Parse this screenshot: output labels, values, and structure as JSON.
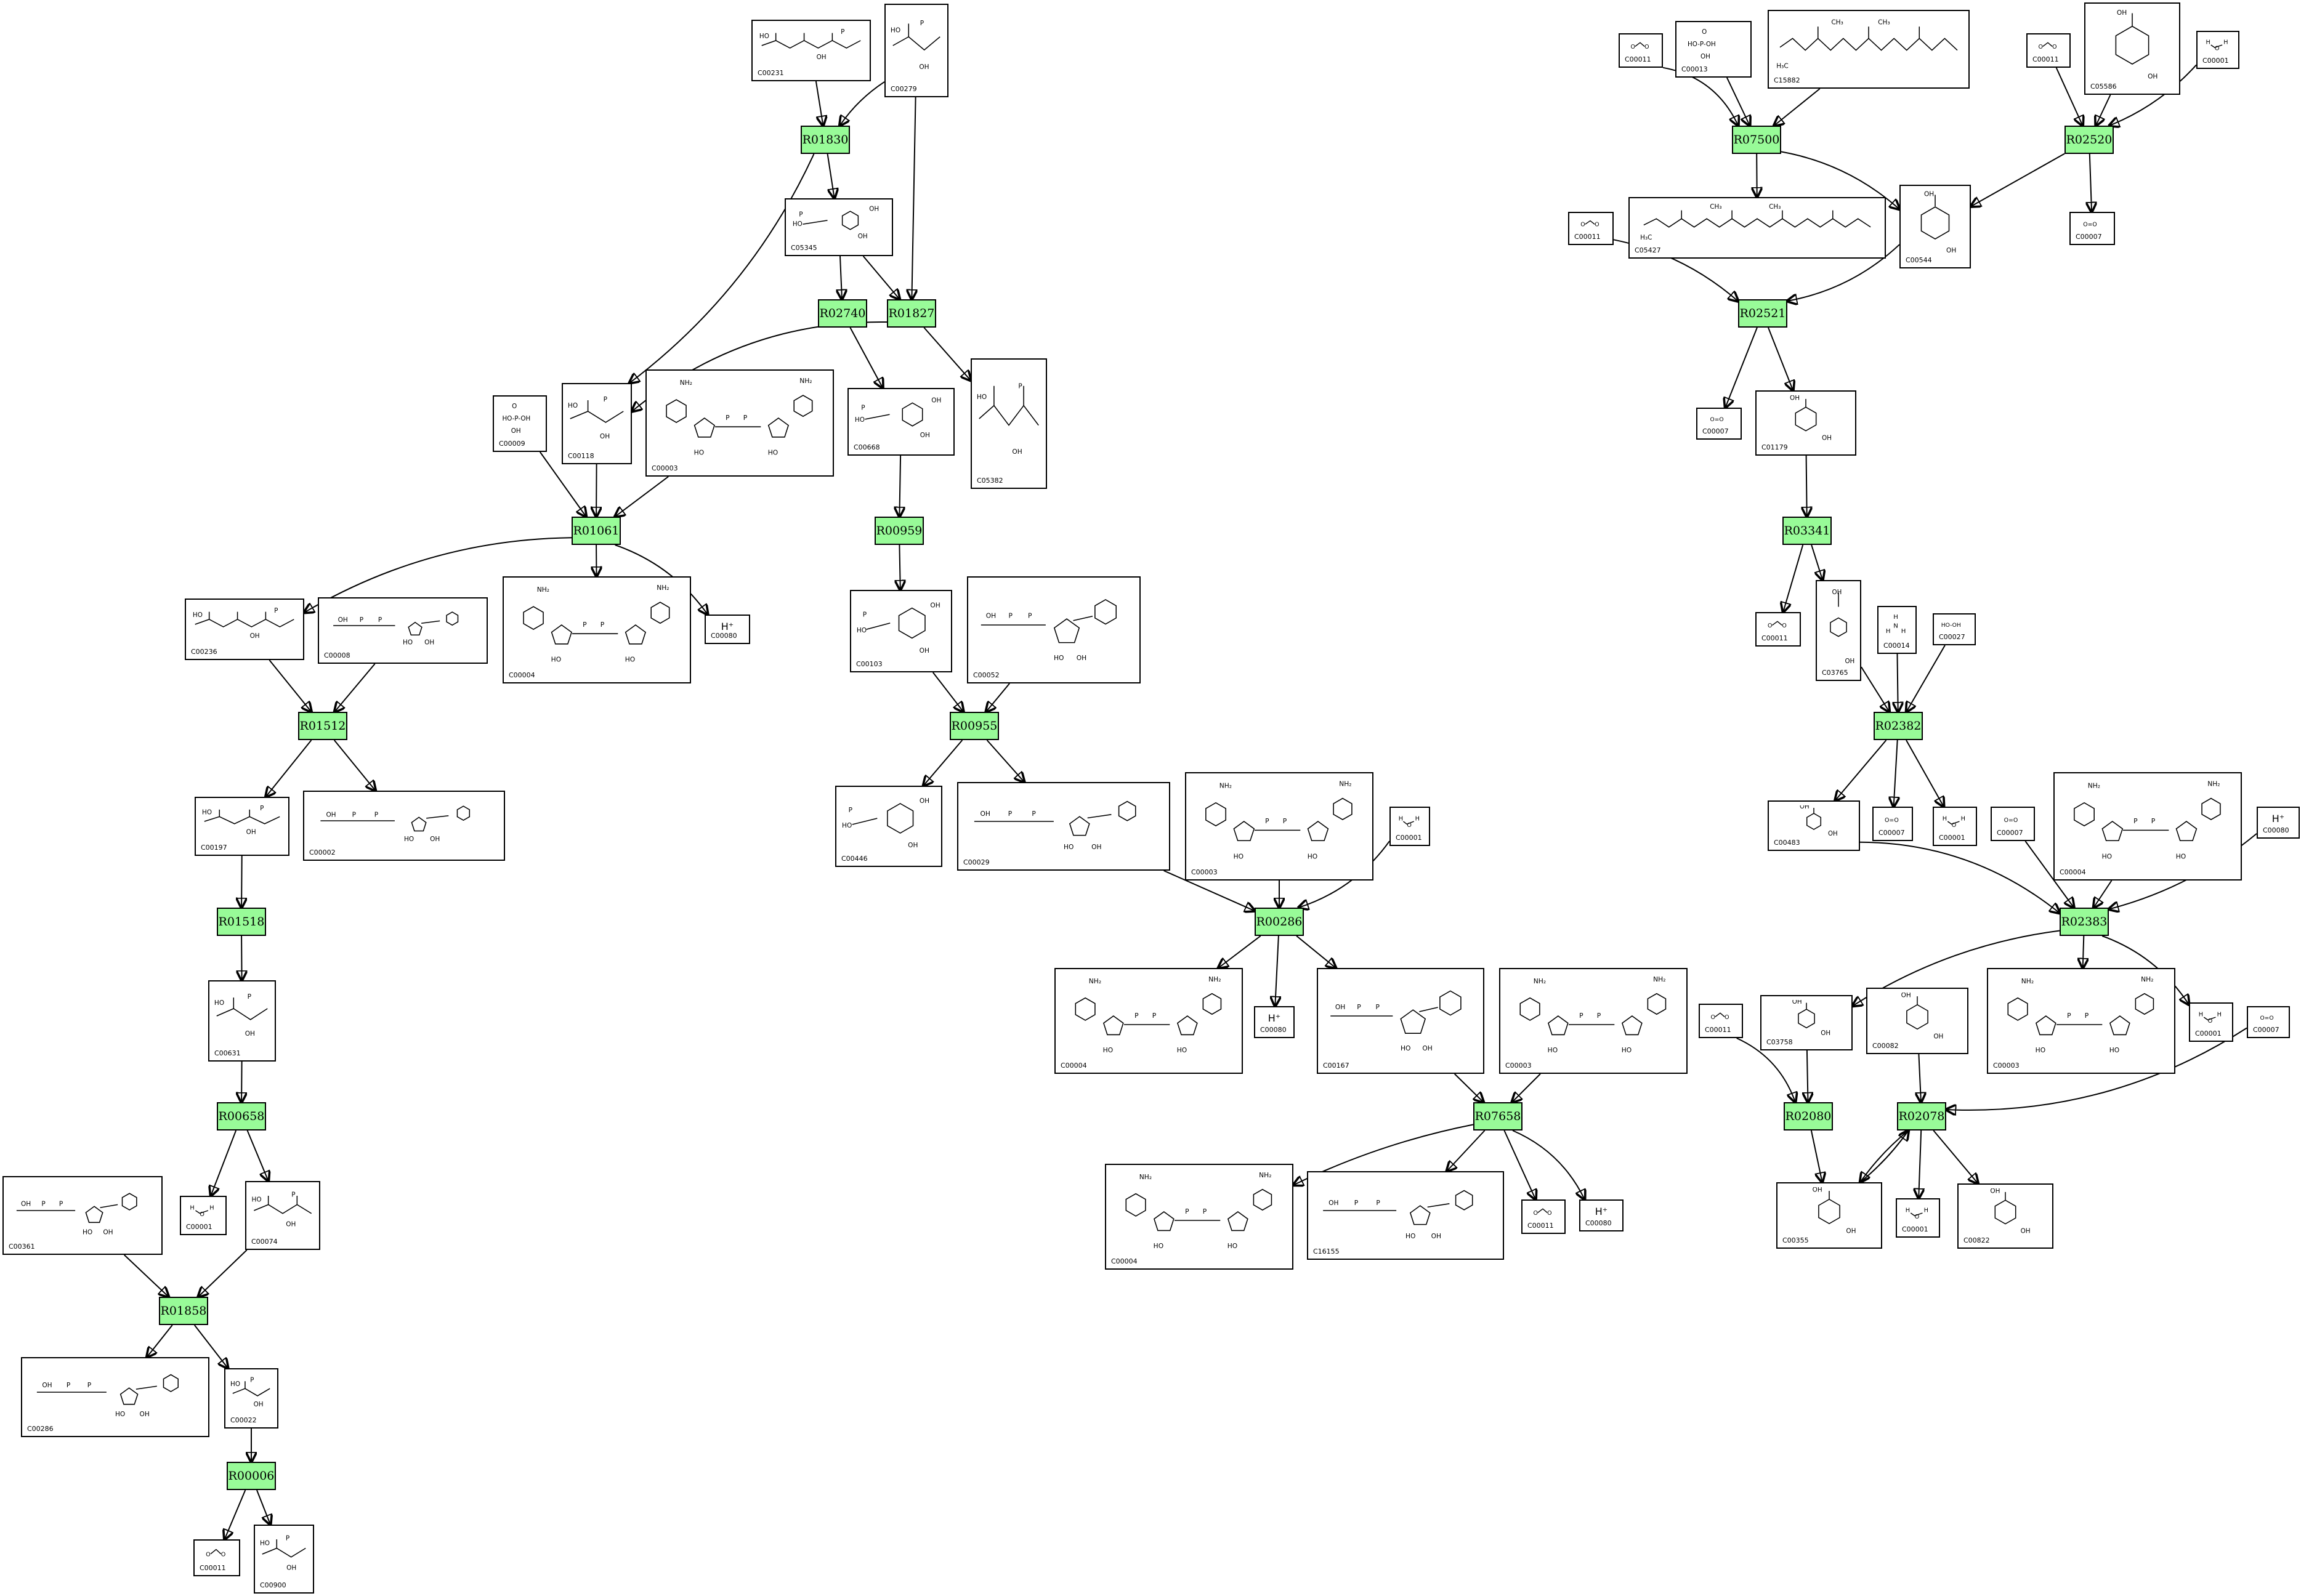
{
  "reactions": [
    "R01830",
    "R02740",
    "R01827",
    "R01061",
    "R00959",
    "R01512",
    "R00955",
    "R01518",
    "R00286",
    "R00658",
    "R07658",
    "R01858",
    "R00006",
    "R07500",
    "R02520",
    "R02521",
    "R03341",
    "R02382",
    "R02383",
    "R02080",
    "R02078"
  ],
  "compounds": {
    "C00231": "C00231",
    "C00279": "C00279",
    "C05345": "C05345",
    "C00009": "C00009",
    "C00118": "C00118",
    "C00003": "C00003",
    "C00668": "C00668",
    "C05382": "C05382",
    "C00236": "C00236",
    "C00008": "C00008",
    "C00004": "C00004",
    "C00080": "C00080",
    "C00103": "C00103",
    "C00052": "C00052",
    "C00197": "C00197",
    "C00002": "C00002",
    "C00446": "C00446",
    "C00029": "C00029",
    "C00001": "C00001",
    "C00631": "C00631",
    "C00167": "C00167",
    "C00361": "C00361",
    "C00074": "C00074",
    "C00286": "C00286",
    "C00022": "C00022",
    "C00011": "C00011",
    "C00900": "C00900",
    "C16155": "C16155",
    "C00013": "C00013",
    "C15882": "C15882",
    "C05586": "C05586",
    "C05427": "C05427",
    "C00544": "C00544",
    "C00007": "C00007",
    "C01179": "C01179",
    "C03765": "C03765",
    "C00014": "C00014",
    "C00027": "C00027",
    "C00483": "C00483",
    "C03758": "C03758",
    "C00082": "C00082",
    "C00355": "C00355",
    "C00822": "C00822"
  },
  "labels": {
    "proton": "H⁺"
  },
  "colors": {
    "reaction_fill": "#98fb98",
    "border": "#000000",
    "background": "#ffffff"
  }
}
